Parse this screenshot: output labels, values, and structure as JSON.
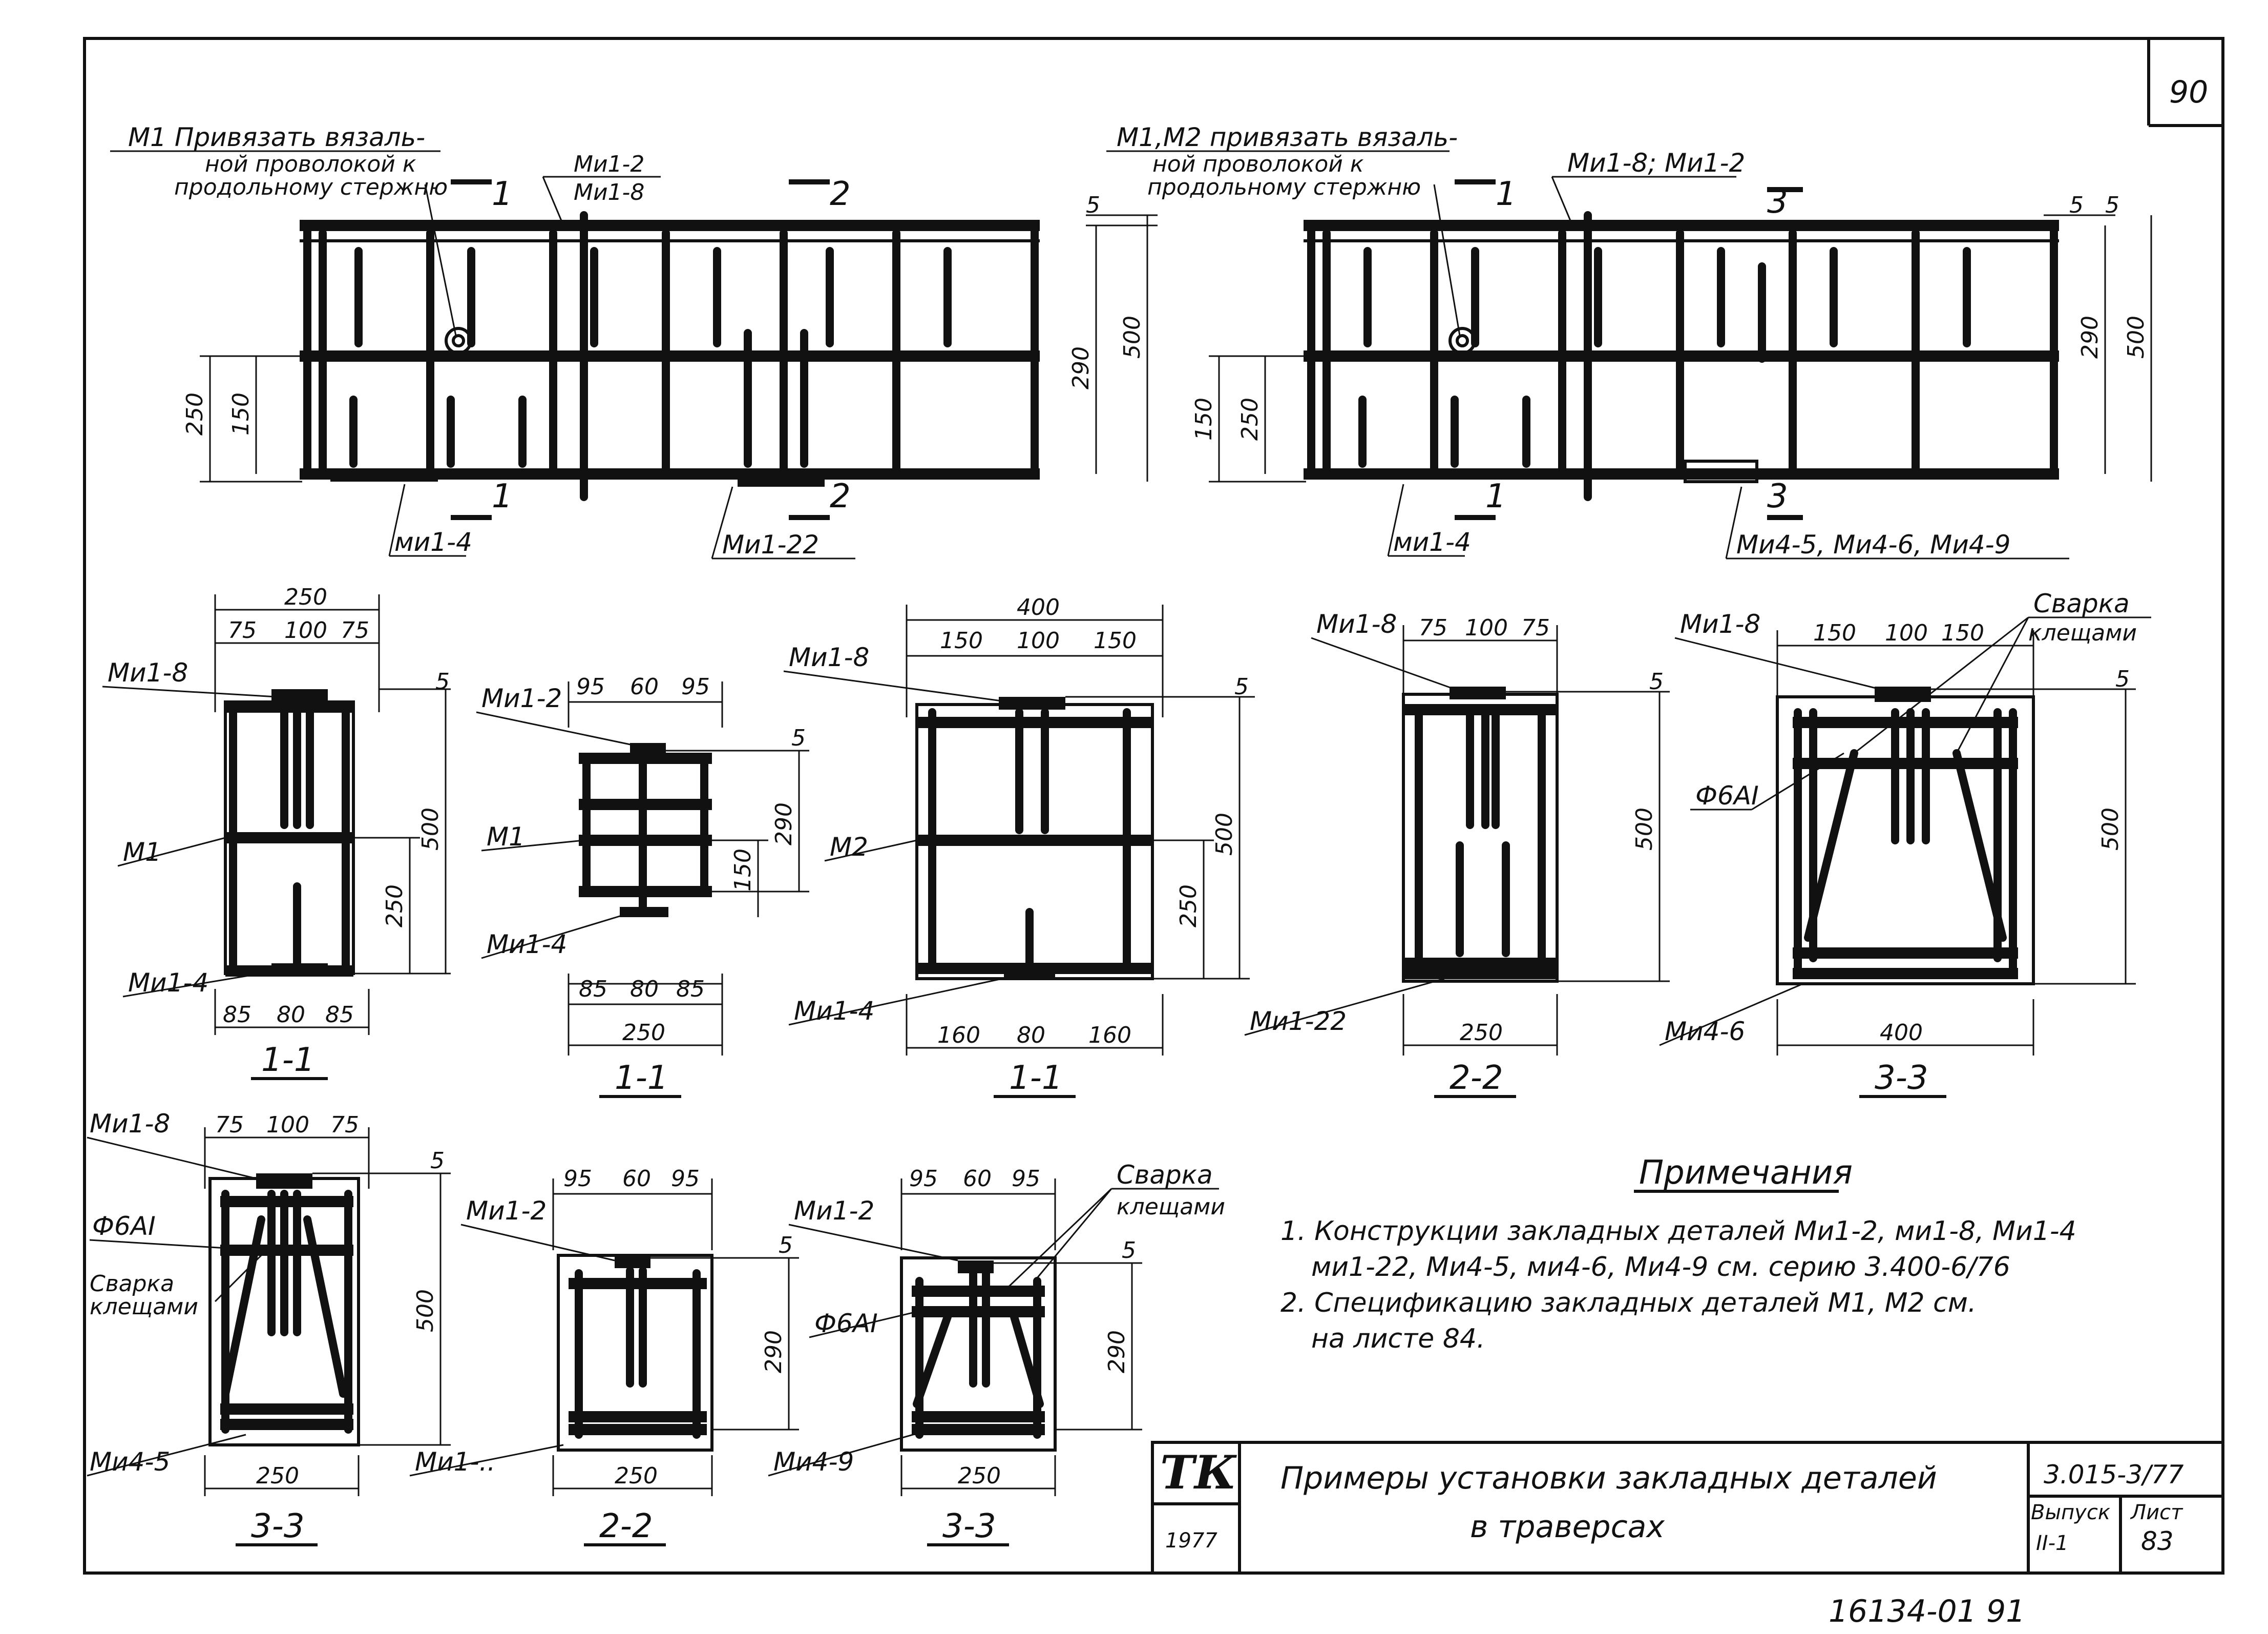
{
  "sheet_number": "90",
  "top_left": {
    "note_line1": "М1 Привязать вязаль-",
    "note_line2": "ной проволокой к",
    "note_line3": "продольному стержню",
    "tag_top": "Ми1-2",
    "tag_top2": "Ми1-8",
    "cut1": "1",
    "cut2": "2",
    "dims": [
      "5",
      "290",
      "500",
      "250",
      "150"
    ],
    "bottom_left": "ми1-4",
    "bottom_right": "Ми1-22"
  },
  "top_right": {
    "note_line1": "М1,М2 привязать вязаль-",
    "note_line2": "ной проволокой к",
    "note_line3": "продольному стержню",
    "tag_top": "Ми1-8; Ми1-2",
    "cut1": "1",
    "cut3": "3",
    "dims": [
      "5",
      "5",
      "290",
      "500",
      "150",
      "250"
    ],
    "bottom_left": "ми1-4",
    "bottom_right": "Ми4-5, Ми4-6, Ми4-9"
  },
  "sec_a": {
    "dim_top": "250",
    "dim_parts": [
      "75",
      "100",
      "75"
    ],
    "dim_bottom": [
      "85",
      "80",
      "85"
    ],
    "side_dims": [
      "5",
      "500",
      "250"
    ],
    "labels": [
      "Ми1-8",
      "М1",
      "Ми1-4"
    ],
    "caption": "1-1"
  },
  "sec_b": {
    "dim_parts": [
      "95",
      "60",
      "95"
    ],
    "dim_bottom": [
      "85",
      "80",
      "85"
    ],
    "dim_total": "250",
    "side_dims": [
      "5",
      "290",
      "150"
    ],
    "labels": [
      "Ми1-2",
      "М1",
      "Ми1-4"
    ],
    "caption": "1-1"
  },
  "sec_c": {
    "dim_top": "400",
    "dim_parts": [
      "150",
      "100",
      "150"
    ],
    "dim_bottom": [
      "160",
      "80",
      "160"
    ],
    "side_dims": [
      "5",
      "500",
      "250"
    ],
    "labels": [
      "Ми1-8",
      "М2",
      "Ми1-4"
    ],
    "caption": "1-1"
  },
  "sec_d": {
    "dim_parts": [
      "75",
      "100",
      "75"
    ],
    "dim_total": "250",
    "side_dims": [
      "5",
      "500"
    ],
    "labels": [
      "Ми1-8",
      "Ми1-22"
    ],
    "caption": "2-2"
  },
  "sec_e": {
    "dim_parts": [
      "150",
      "100",
      "150"
    ],
    "dim_total": "400",
    "side_dims": [
      "5",
      "500"
    ],
    "labels": [
      "Ми1-8",
      "Ф6АI",
      "Ми4-6"
    ],
    "weld_line1": "Сварка",
    "weld_line2": "клещами",
    "caption": "3-3"
  },
  "sec_f": {
    "dim_parts": [
      "75",
      "100",
      "75"
    ],
    "dim_total": "250",
    "side_dims": [
      "5",
      "500"
    ],
    "labels": [
      "Ми1-8",
      "Ф6АI",
      "Ми4-5"
    ],
    "weld_line1": "Сварка",
    "weld_line2": "клещами",
    "caption": "3-3"
  },
  "sec_g": {
    "dim_parts": [
      "95",
      "60",
      "95"
    ],
    "dim_total": "250",
    "side_dims": [
      "5",
      "290"
    ],
    "labels": [
      "Ми1-2",
      "Ми1-.."
    ],
    "caption": "2-2"
  },
  "sec_h": {
    "dim_parts": [
      "95",
      "60",
      "95"
    ],
    "dim_total": "250",
    "side_dims": [
      "5",
      "290"
    ],
    "labels": [
      "Ми1-2",
      "Ф6АI",
      "Ми4-9"
    ],
    "weld_line1": "Сварка",
    "weld_line2": "клещами",
    "caption": "3-3"
  },
  "notes": {
    "heading": "Примечания",
    "line1": "1. Конструкции  закладных  деталей  Ми1-2, ми1-8, Ми1-4",
    "line2": "ми1-22, Ми4-5,  ми4-6,  Ми4-9  см. серию 3.400-6/76",
    "line3": "2. Спецификацию  закладных  деталей  М1, М2  см.",
    "line4": "на  листе  84."
  },
  "title_block": {
    "logo": "ТК",
    "year": "1977",
    "title_line1": "Примеры  установки  закладных  деталей",
    "title_line2": "в  траверсах",
    "series": "3.015-3/77",
    "issue_label": "Выпуск",
    "issue_value": "II-1",
    "sheet_label": "Лист",
    "sheet_value": "83"
  },
  "archive_number": "16134-01  91"
}
